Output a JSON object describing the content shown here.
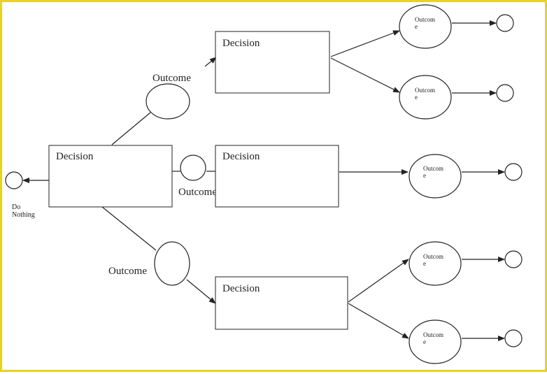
{
  "colors": {
    "frame": "#e6d228",
    "stroke": "#222222",
    "background": "#ffffff"
  },
  "diagram": {
    "decision_label": "Decision",
    "outcome_label": "Outcome",
    "outcome_small_line1": "Outcom",
    "outcome_small_line2": "e",
    "do_nothing_line1": "Do",
    "do_nothing_line2": "Nothing"
  }
}
